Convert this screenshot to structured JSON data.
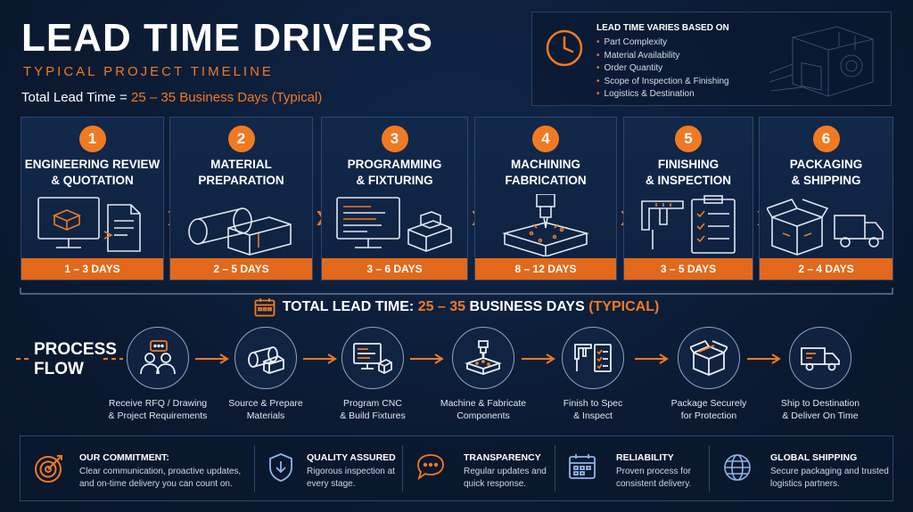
{
  "header": {
    "title": "LEAD TIME DRIVERS",
    "subtitle": "TYPICAL PROJECT TIMELINE",
    "total_label": "Total Lead Time = ",
    "total_value": "25 – 35 Business Days (Typical)"
  },
  "factors": {
    "heading": "LEAD TIME VARIES BASED ON",
    "items": [
      "Part Complexity",
      "Material Availability",
      "Order Quantity",
      "Scope of Inspection & Finishing",
      "Logistics & Destination"
    ]
  },
  "steps": [
    {
      "num": "1",
      "title": "ENGINEERING REVIEW\n& QUOTATION",
      "days": "1 – 3 DAYS"
    },
    {
      "num": "2",
      "title": "MATERIAL\nPREPARATION",
      "days": "2 – 5 DAYS"
    },
    {
      "num": "3",
      "title": "PROGRAMMING\n& FIXTURING",
      "days": "3 – 6 DAYS"
    },
    {
      "num": "4",
      "title": "MACHINING\nFABRICATION",
      "days": "8 – 12 DAYS"
    },
    {
      "num": "5",
      "title": "FINISHING\n& INSPECTION",
      "days": "3 – 5 DAYS"
    },
    {
      "num": "6",
      "title": "PACKAGING\n& SHIPPING",
      "days": "2 – 4 DAYS"
    }
  ],
  "total_bar": {
    "label": "TOTAL LEAD TIME: ",
    "range": "25 – 35",
    "unit": " BUSINESS DAYS ",
    "note": "(TYPICAL)"
  },
  "process_flow": {
    "label": "PROCESS\nFLOW",
    "steps": [
      {
        "label": "Receive RFQ / Drawing\n& Project Requirements",
        "icon": "people-chat-icon"
      },
      {
        "label": "Source & Prepare\nMaterials",
        "icon": "material-bars-icon"
      },
      {
        "label": "Program CNC\n& Build Fixtures",
        "icon": "monitor-code-icon"
      },
      {
        "label": "Machine & Fabricate\nComponents",
        "icon": "cnc-machine-icon"
      },
      {
        "label": "Finish to Spec\n& Inspect",
        "icon": "caliper-checklist-icon"
      },
      {
        "label": "Package Securely\nfor Protection",
        "icon": "package-box-icon"
      },
      {
        "label": "Ship to Destination\n& Deliver On Time",
        "icon": "delivery-truck-icon"
      }
    ]
  },
  "commitments": [
    {
      "heading": "OUR COMMITMENT:",
      "text": "Clear communication, proactive updates,\nand on-time delivery you can count on.",
      "icon": "target-icon"
    },
    {
      "heading": "QUALITY ASSURED",
      "text": "Rigorous inspection at\nevery stage.",
      "icon": "shield-check-icon"
    },
    {
      "heading": "TRANSPARENCY",
      "text": "Regular updates and\nquick response.",
      "icon": "chat-bubble-icon"
    },
    {
      "heading": "RELIABILITY",
      "text": "Proven process for\nconsistent delivery.",
      "icon": "calendar-icon"
    },
    {
      "heading": "GLOBAL SHIPPING",
      "text": "Secure packaging and trusted\nlogistics partners.",
      "icon": "globe-icon"
    }
  ],
  "colors": {
    "accent": "#f07a22",
    "background": "#0b1a31",
    "card": "#12284a",
    "line": "#8ea3c2"
  }
}
